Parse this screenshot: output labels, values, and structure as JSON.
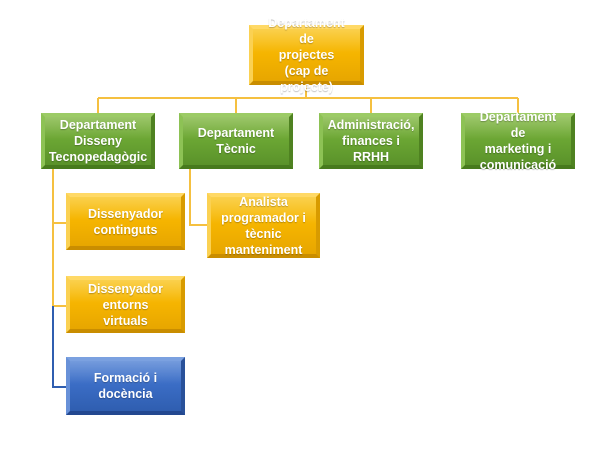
{
  "nodes": {
    "root": "Departament de\nprojectes\n(cap de projecte)",
    "tecno": "Departament\nDisseny\nTecnopedagògic",
    "tecnic": "Departament\nTècnic",
    "admin": "Administració,\nfinances i RRHH",
    "marketing": "Departament de\nmarketing i\ncomunicació",
    "continguts": "Dissenyador\ncontinguts",
    "entorns": "Dissenyador\nentorns virtuals",
    "formacio": "Formació i\ndocència",
    "analista": "Analista\nprogramador i\ntècnic\nmanteniment"
  },
  "colors": {
    "orange": "#f5b400",
    "green": "#6aa533",
    "blue": "#3a6cc4",
    "connector_orange": "#f5c040",
    "connector_blue": "#2f5eb0"
  }
}
